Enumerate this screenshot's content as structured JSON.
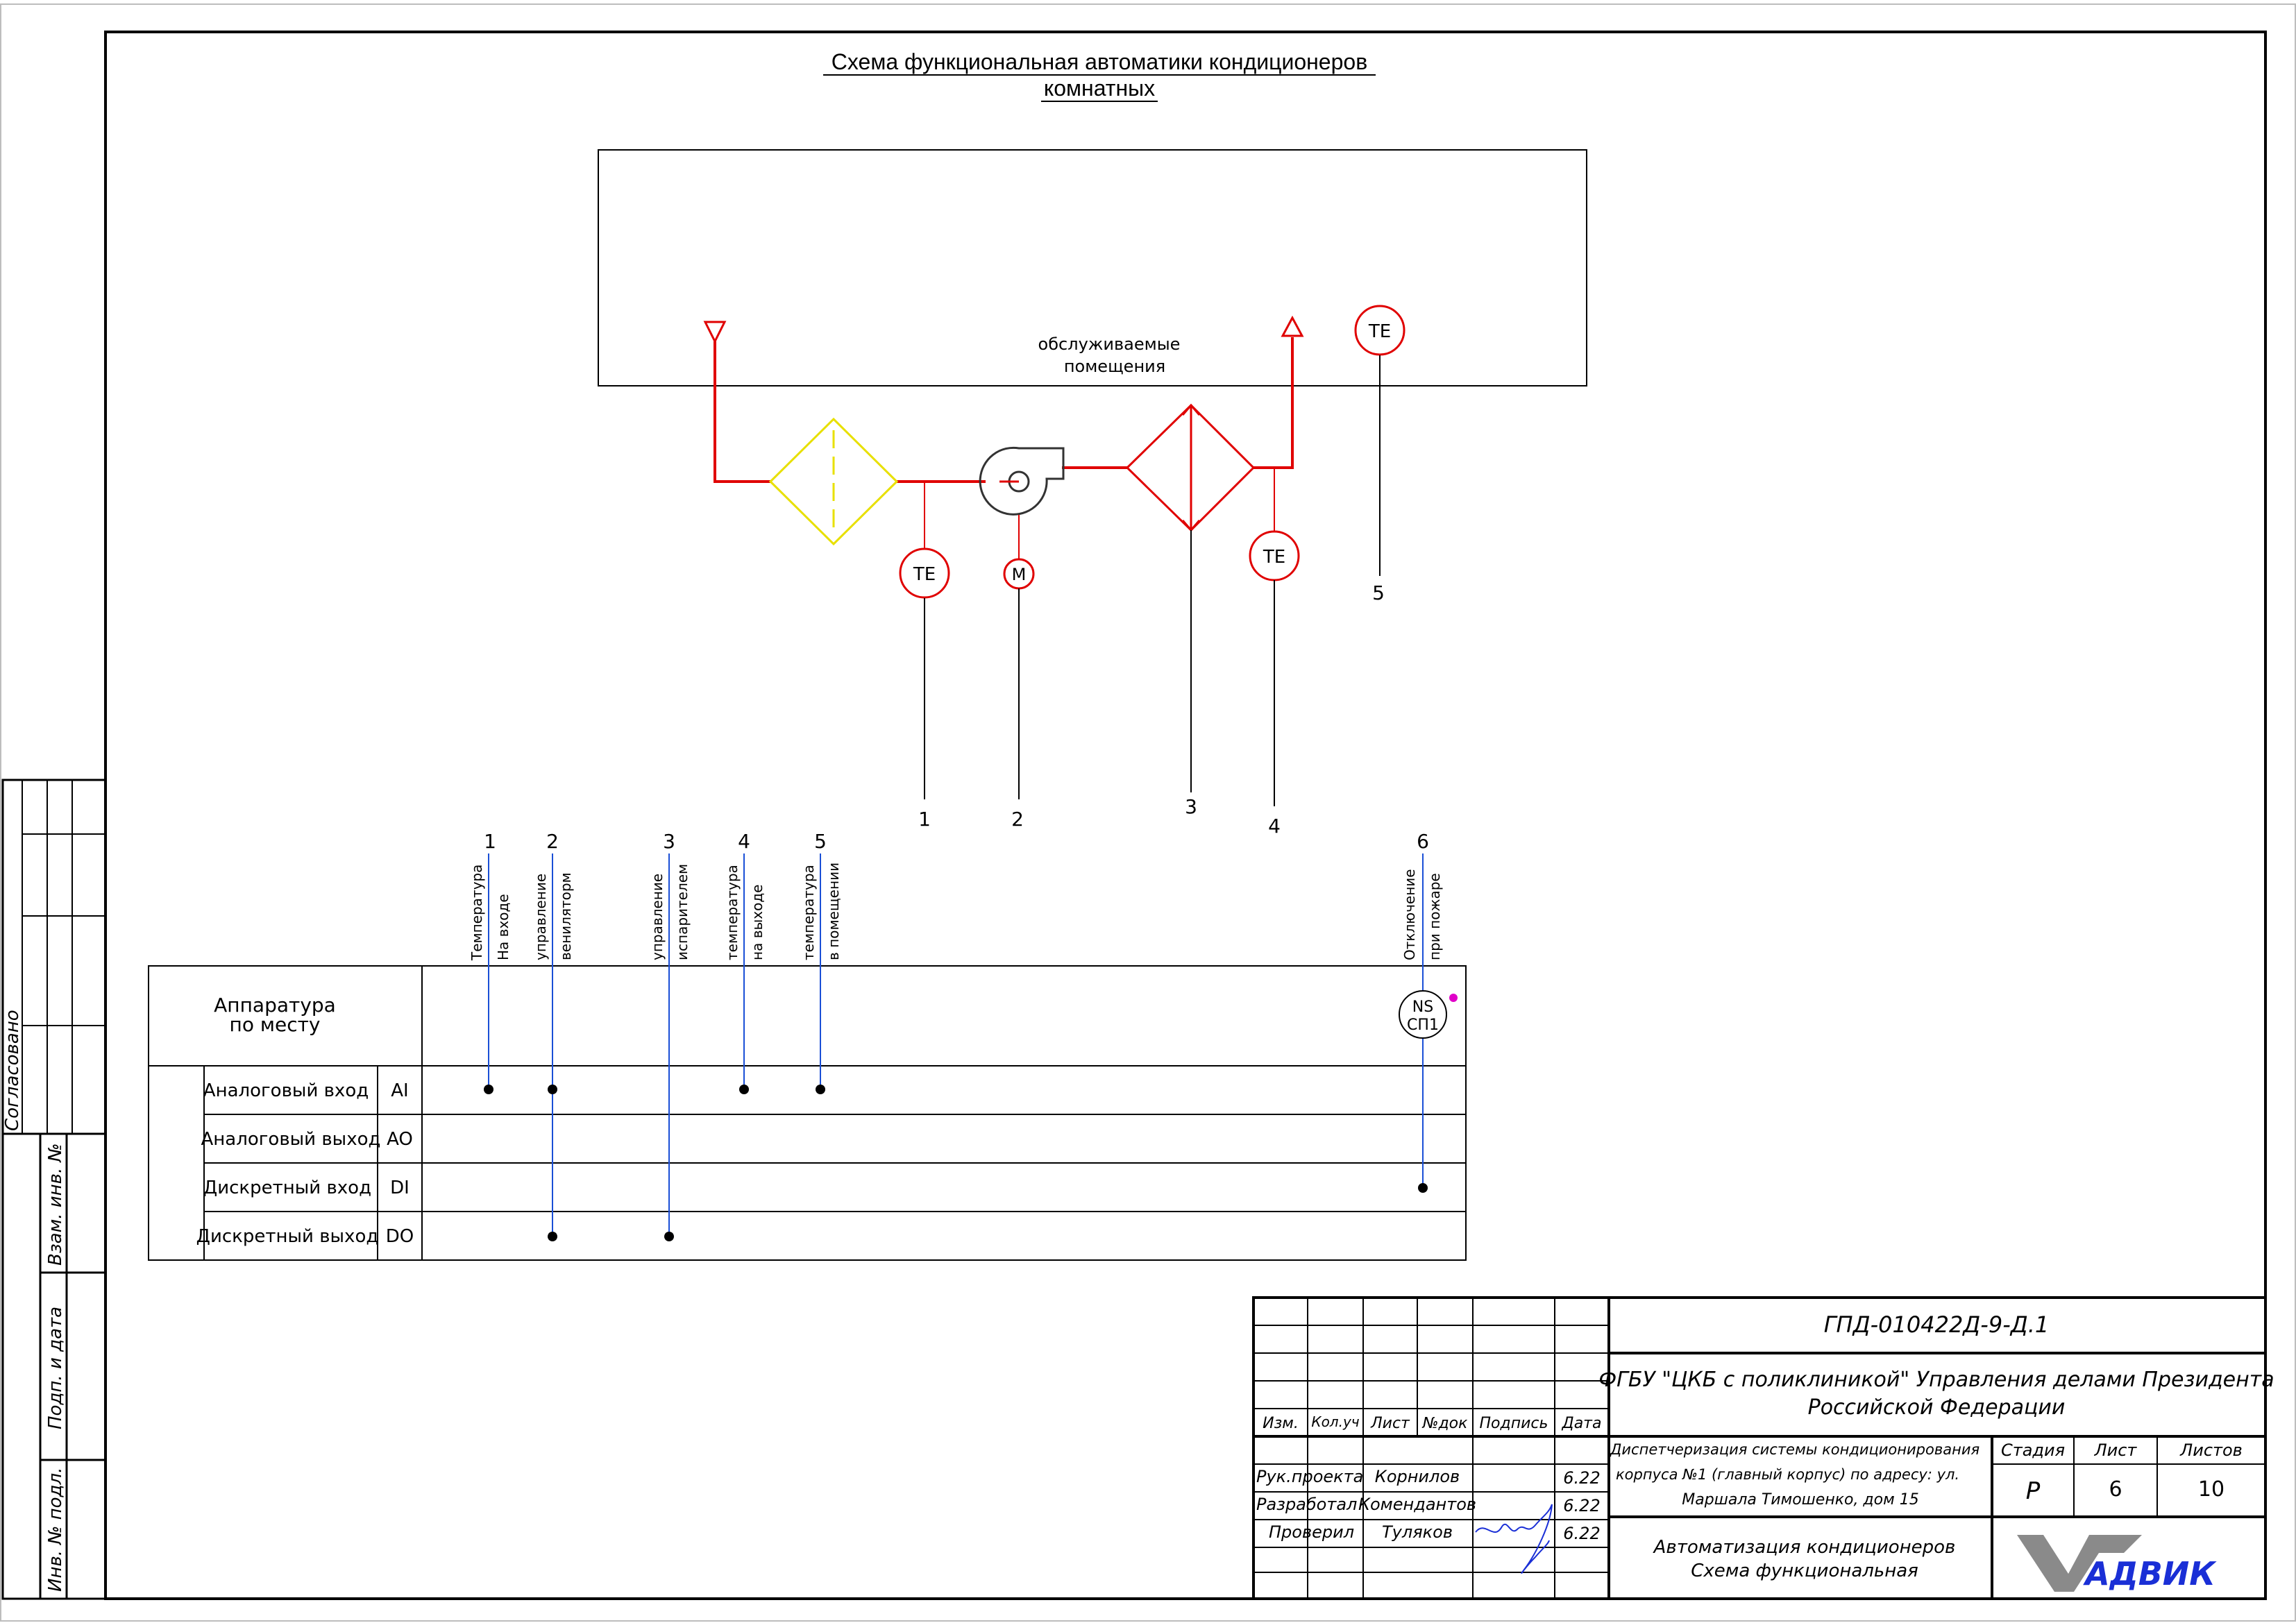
{
  "title": {
    "line1": "Схема функциональная автоматики кондиционеров",
    "line2": "комнатных"
  },
  "room": {
    "line1": "обслуживаемые",
    "line2": "помещения"
  },
  "sensors": {
    "te_label": "TE",
    "m_label": "M",
    "ns_line1": "NS",
    "ns_line2": "СП1"
  },
  "equipment_lines": [
    "1",
    "2",
    "3",
    "4",
    "5"
  ],
  "signals": [
    {
      "num": "1",
      "line1": "Температура",
      "line2": "На входе"
    },
    {
      "num": "2",
      "line1": "управление",
      "line2": "вениляторм"
    },
    {
      "num": "3",
      "line1": "управление",
      "line2": "испарителем"
    },
    {
      "num": "4",
      "line1": "температура",
      "line2": "на выходе"
    },
    {
      "num": "5",
      "line1": "температура",
      "line2": "в помещении"
    },
    {
      "num": "6",
      "line1": "Отключение",
      "line2": "при пожаре"
    }
  ],
  "io_table": {
    "header": {
      "line1": "Аппаратура",
      "line2": "по месту"
    },
    "rows": [
      {
        "name": "Аналоговый вход",
        "code": "AI"
      },
      {
        "name": "Аналоговый выход",
        "code": "AO"
      },
      {
        "name": "Дискретный вход",
        "code": "DI"
      },
      {
        "name": "Дискретный выход",
        "code": "DO"
      }
    ]
  },
  "side_stamp": {
    "agreed": "Согласовано",
    "inv_replace": "Взам. инв. №",
    "sign_date": "Подп. и дата",
    "inv_orig": "Инв. № подл."
  },
  "title_block": {
    "code": "ГПД-010422Д-9-Д.1",
    "org_line1": "ФГБУ \"ЦКБ с поликлиникой\" Управления делами Президента",
    "org_line2": "Российской Федерации",
    "cols": [
      "Изм.",
      "Кол.уч",
      "Лист",
      "№док",
      "Подпись",
      "Дата"
    ],
    "people": [
      {
        "role": "Рук.проекта",
        "name": "Корнилов",
        "date": "6.22"
      },
      {
        "role": "Разработал",
        "name": "Комендантов",
        "date": "6.22"
      },
      {
        "role": "Проверил",
        "name": "Туляков",
        "date": "6.22"
      }
    ],
    "project_line1": "Диспетчеризация системы кондиционирования",
    "project_line2": "корпуса №1 (главный корпус) по адресу: ул.",
    "project_line3": "Маршала Тимошенко, дом 15",
    "stage_label": "Стадия",
    "sheet_label": "Лист",
    "sheets_label": "Листов",
    "stage": "Р",
    "sheet": "6",
    "sheets": "10",
    "sheet_title_line1": "Автоматизация кондиционеров",
    "sheet_title_line2": "Схема функциональная",
    "logo_text": "АДВИК"
  },
  "colors": {
    "process": "#e00000",
    "filter": "#e8e000",
    "signal": "#1a4fd6",
    "frame": "#000000",
    "logo_grey": "#8a8a8a",
    "logo_blue": "#1a2fd6"
  }
}
